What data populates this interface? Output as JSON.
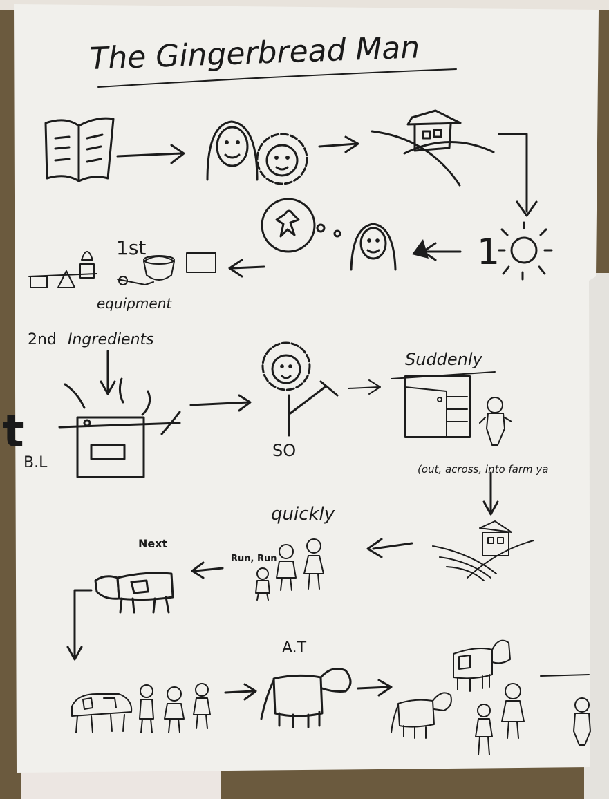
{
  "poster": {
    "title": "The Gingerbread Man",
    "labels": {
      "first": "1st",
      "equipment": "equipment",
      "second": "2nd",
      "ingredients": "Ingredients",
      "bl": "B.L",
      "so": "SO",
      "suddenly": "Suddenly",
      "out_across": "(out, across, into farm ya",
      "quickly": "quickly",
      "next": "Next",
      "run_run": "Run, Run",
      "at": "A.T",
      "margin_letter": "t"
    }
  },
  "colors": {
    "paper": "#f1f0ec",
    "ink": "#1c1c1c",
    "background": "#6b5a3e"
  }
}
